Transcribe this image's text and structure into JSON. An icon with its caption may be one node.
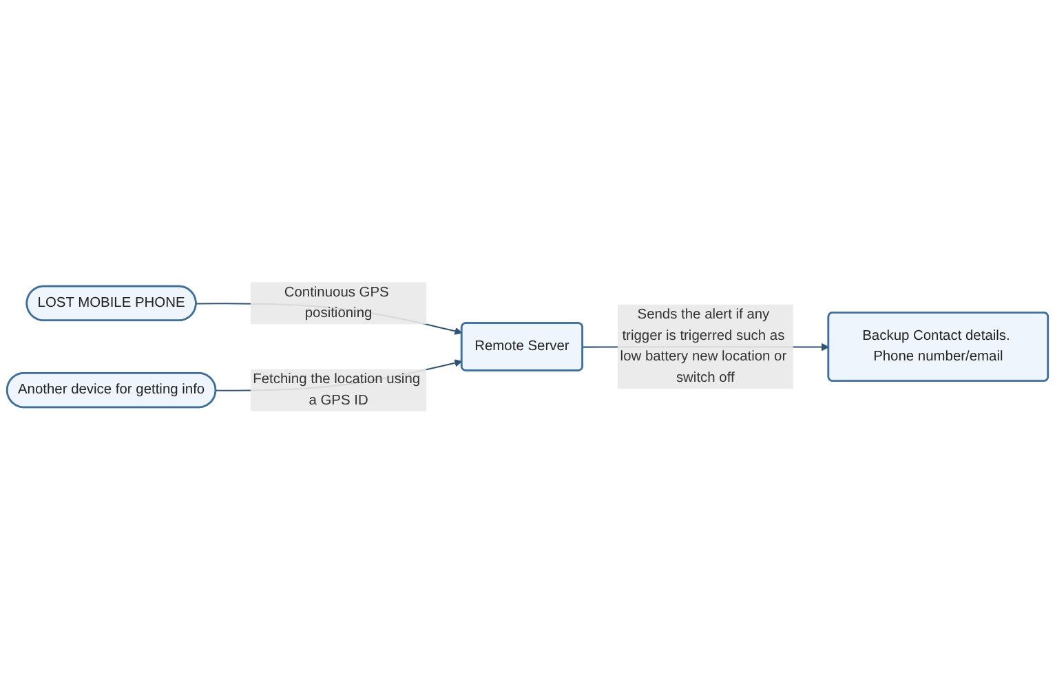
{
  "diagram": {
    "nodes": [
      {
        "text": [
          "LOST MOBILE PHONE"
        ]
      },
      {
        "text": [
          "Backup Contact details. Phone number/email"
        ]
      },
      {
        "text": [
          "Remote Server"
        ]
      },
      {
        "text": [
          "Another device for getting info"
        ]
      }
    ],
    "edges": [
      {
        "from": 0,
        "to": 2,
        "arrow": "to",
        "label": "Continuous GPS positioning"
      },
      {
        "from": 2,
        "to": 1,
        "arrow": "to",
        "label": "Sends the alert if any trigger is trigerred such as low battery new location or switch off"
      },
      {
        "from": 3,
        "to": 2,
        "arrow": "to",
        "label": "Fetching the location using a GPS ID"
      }
    ]
  }
}
